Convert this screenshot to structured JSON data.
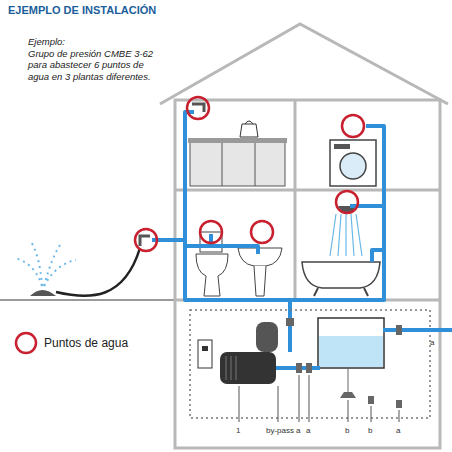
{
  "diagram": {
    "title": "EJEMPLO DE INSTALACIÓN",
    "labels": [
      "Ejemplo:",
      "Grupo de presión CMBE 3-62 para abastecer 6 puntos de agua en 3 plantas diferentes.",
      "1",
      "by-pass",
      "a",
      "a",
      "b",
      "b",
      "a",
      "a"
    ],
    "legend": [
      {
        "text": "Puntos de agua"
      }
    ]
  }
}
